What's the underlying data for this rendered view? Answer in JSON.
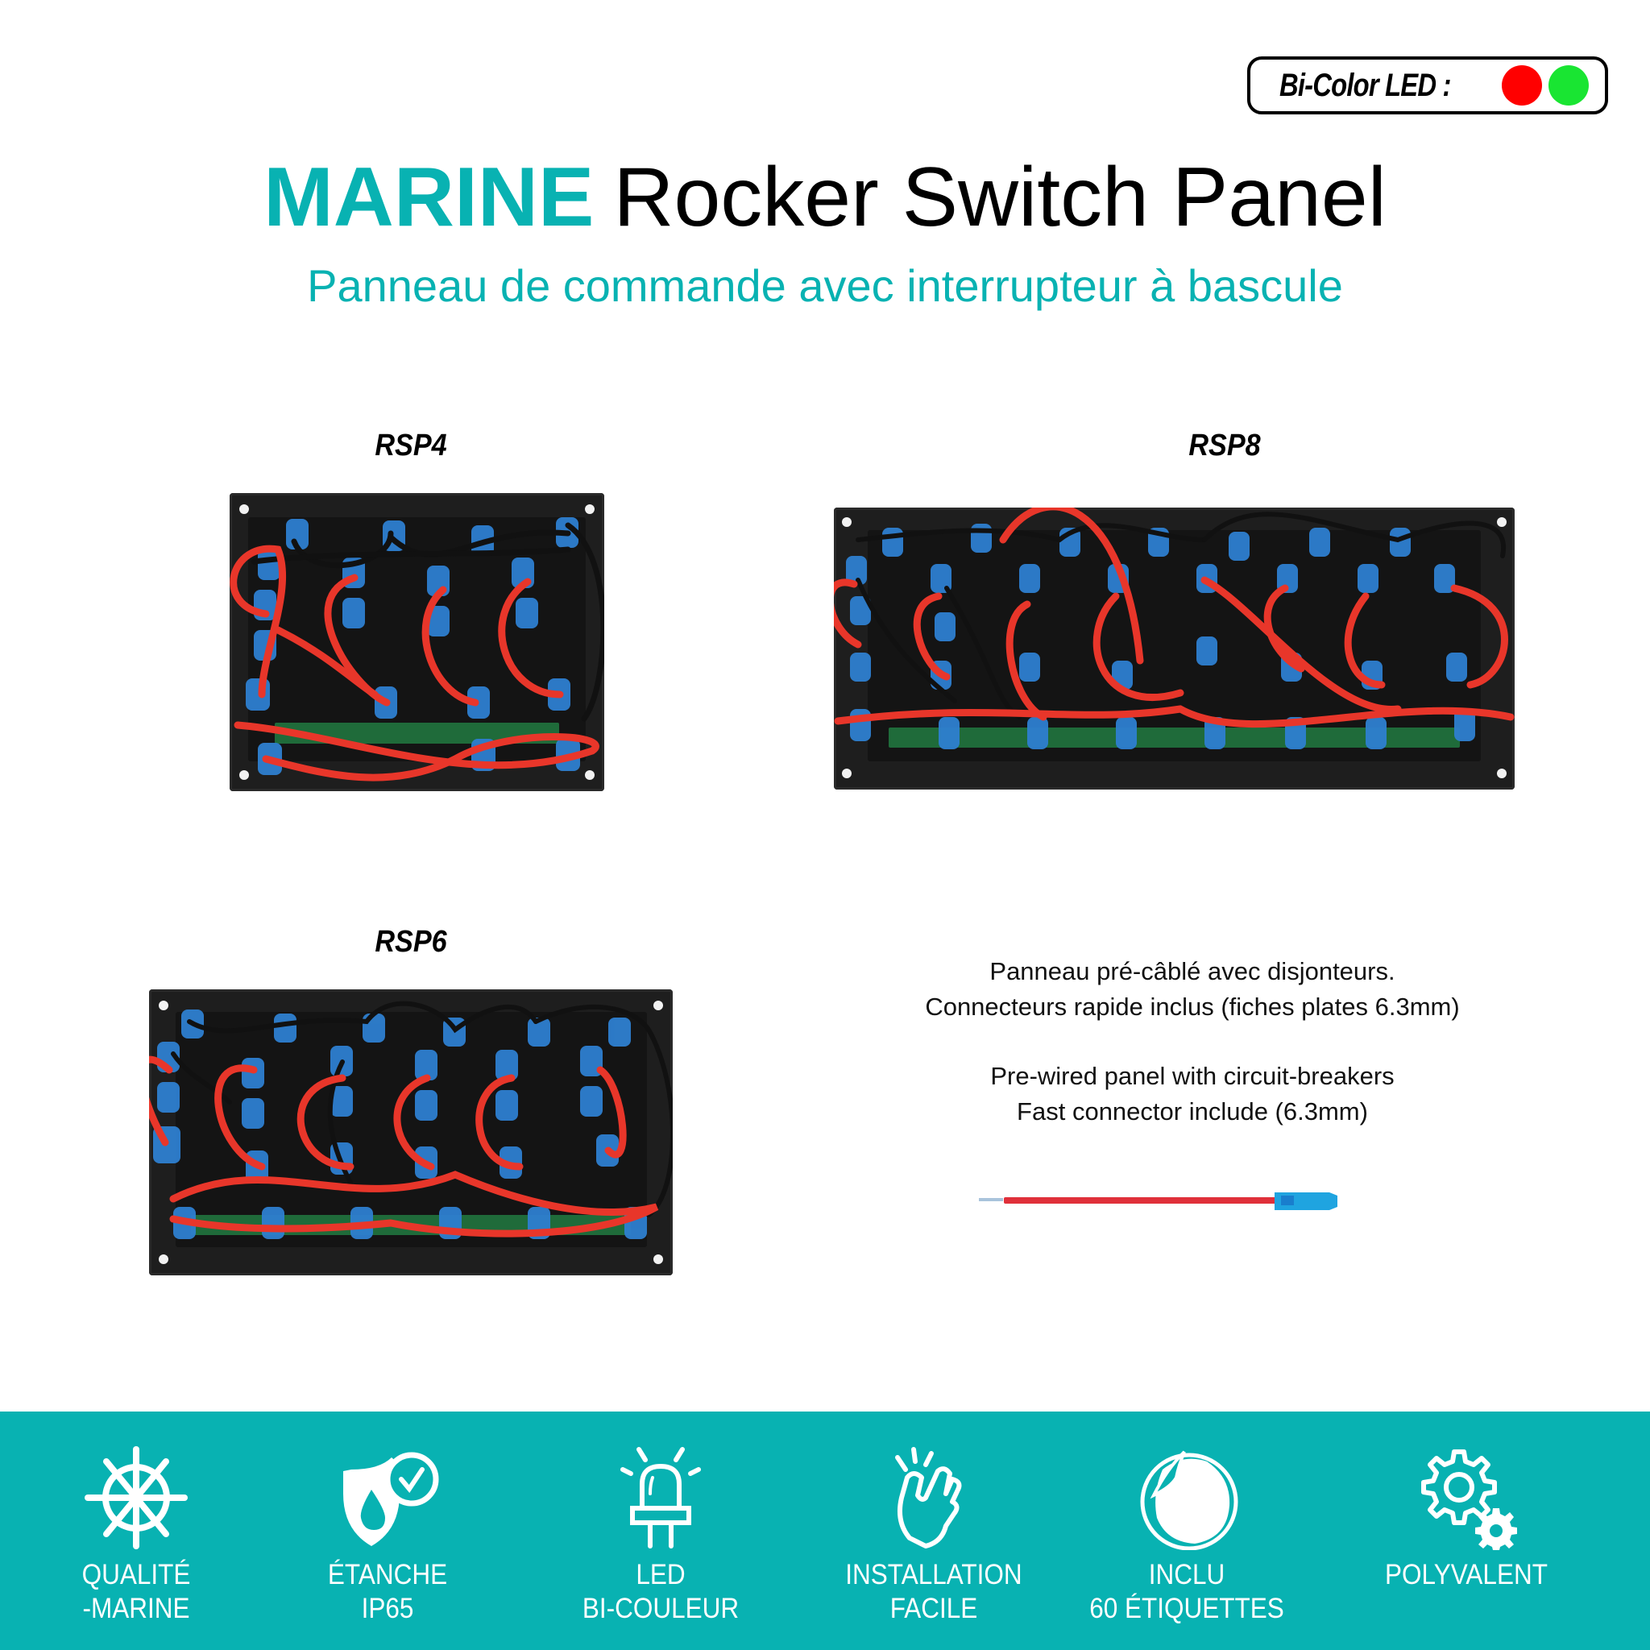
{
  "colors": {
    "accent": "#08B2B2",
    "text": "#000000",
    "led_red": "#FF0000",
    "led_green": "#19E532",
    "footer_bg": "#08B2B2",
    "footer_text": "#FFFFFF"
  },
  "badge": {
    "label": "Bi-Color  LED :",
    "colors": [
      "red",
      "green"
    ]
  },
  "header": {
    "title_accent": "MARINE",
    "title_rest": "Rocker Switch Panel",
    "subtitle": "Panneau de commande avec interrupteur à bascule"
  },
  "products": [
    {
      "label": "RSP4",
      "image": "rocker-switch-panel-4-gang-photo"
    },
    {
      "label": "RSP8",
      "image": "rocker-switch-panel-8-gang-photo"
    },
    {
      "label": "RSP6",
      "image": "rocker-switch-panel-6-gang-photo"
    }
  ],
  "description": {
    "fr_line1": "Panneau pré-câblé avec disjonteurs.",
    "fr_line2": "Connecteurs rapide inclus (fiches plates 6.3mm)",
    "en_line1": "Pre-wired panel with circuit-breakers",
    "en_line2": "Fast connector include (6.3mm)",
    "image": "red-wire-with-blue-fast-connector-photo"
  },
  "features": [
    {
      "icon": "ship-wheel-icon",
      "line1": "QUALITÉ",
      "line2": "-MARINE"
    },
    {
      "icon": "waterproof-shield-icon",
      "line1": "ÉTANCHE",
      "line2": "IP65"
    },
    {
      "icon": "led-bulb-icon",
      "line1": "LED",
      "line2": "BI-COULEUR"
    },
    {
      "icon": "snap-finger-hand-icon",
      "line1": "INSTALLATION",
      "line2": "FACILE"
    },
    {
      "icon": "sticker-label-icon",
      "line1": "INCLU",
      "line2": "60 ÉTIQUETTES"
    },
    {
      "icon": "gears-icon",
      "line1": "POLYVALENT",
      "line2": ""
    }
  ]
}
